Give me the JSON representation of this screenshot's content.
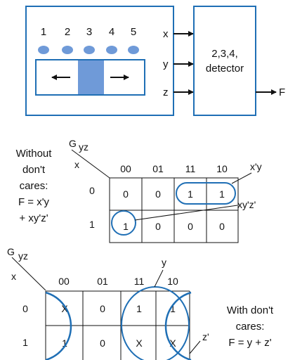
{
  "system": {
    "led_labels": [
      "1",
      "2",
      "3",
      "4",
      "5"
    ],
    "input_x": "x",
    "input_y": "y",
    "input_z": "z",
    "detector_line1": "2,3,4,",
    "detector_line2": "detector",
    "output_label": "F",
    "arrow_left": "←",
    "arrow_right": "→"
  },
  "kmap_without": {
    "label_lines": [
      "Without",
      "don't",
      "cares:",
      "F = x'y",
      "+ xy'z'"
    ],
    "corner_label": "G",
    "row_var": "x",
    "col_var": "yz",
    "col_headers": [
      "00",
      "01",
      "11",
      "10"
    ],
    "row_headers": [
      "0",
      "1"
    ],
    "cells": [
      [
        "0",
        "0",
        "1",
        "1"
      ],
      [
        "1",
        "0",
        "0",
        "0"
      ]
    ],
    "term1_label": "x'y",
    "term2_label": "xy'z'"
  },
  "kmap_with": {
    "corner_label": "G",
    "row_var": "x",
    "col_var": "yz",
    "col_headers": [
      "00",
      "01",
      "11",
      "10"
    ],
    "row_headers": [
      "0",
      "1"
    ],
    "cells": [
      [
        "X",
        "0",
        "1",
        "1"
      ],
      [
        "1",
        "0",
        "X",
        "X"
      ]
    ],
    "term_y_label": "y",
    "term_z_label": "z'",
    "label_lines": [
      "With don't",
      "cares:",
      "F = y + z'"
    ]
  },
  "colors": {
    "blue": "#1f6fb5",
    "led": "#6f9ad8",
    "slider": "#6f9ad8"
  }
}
